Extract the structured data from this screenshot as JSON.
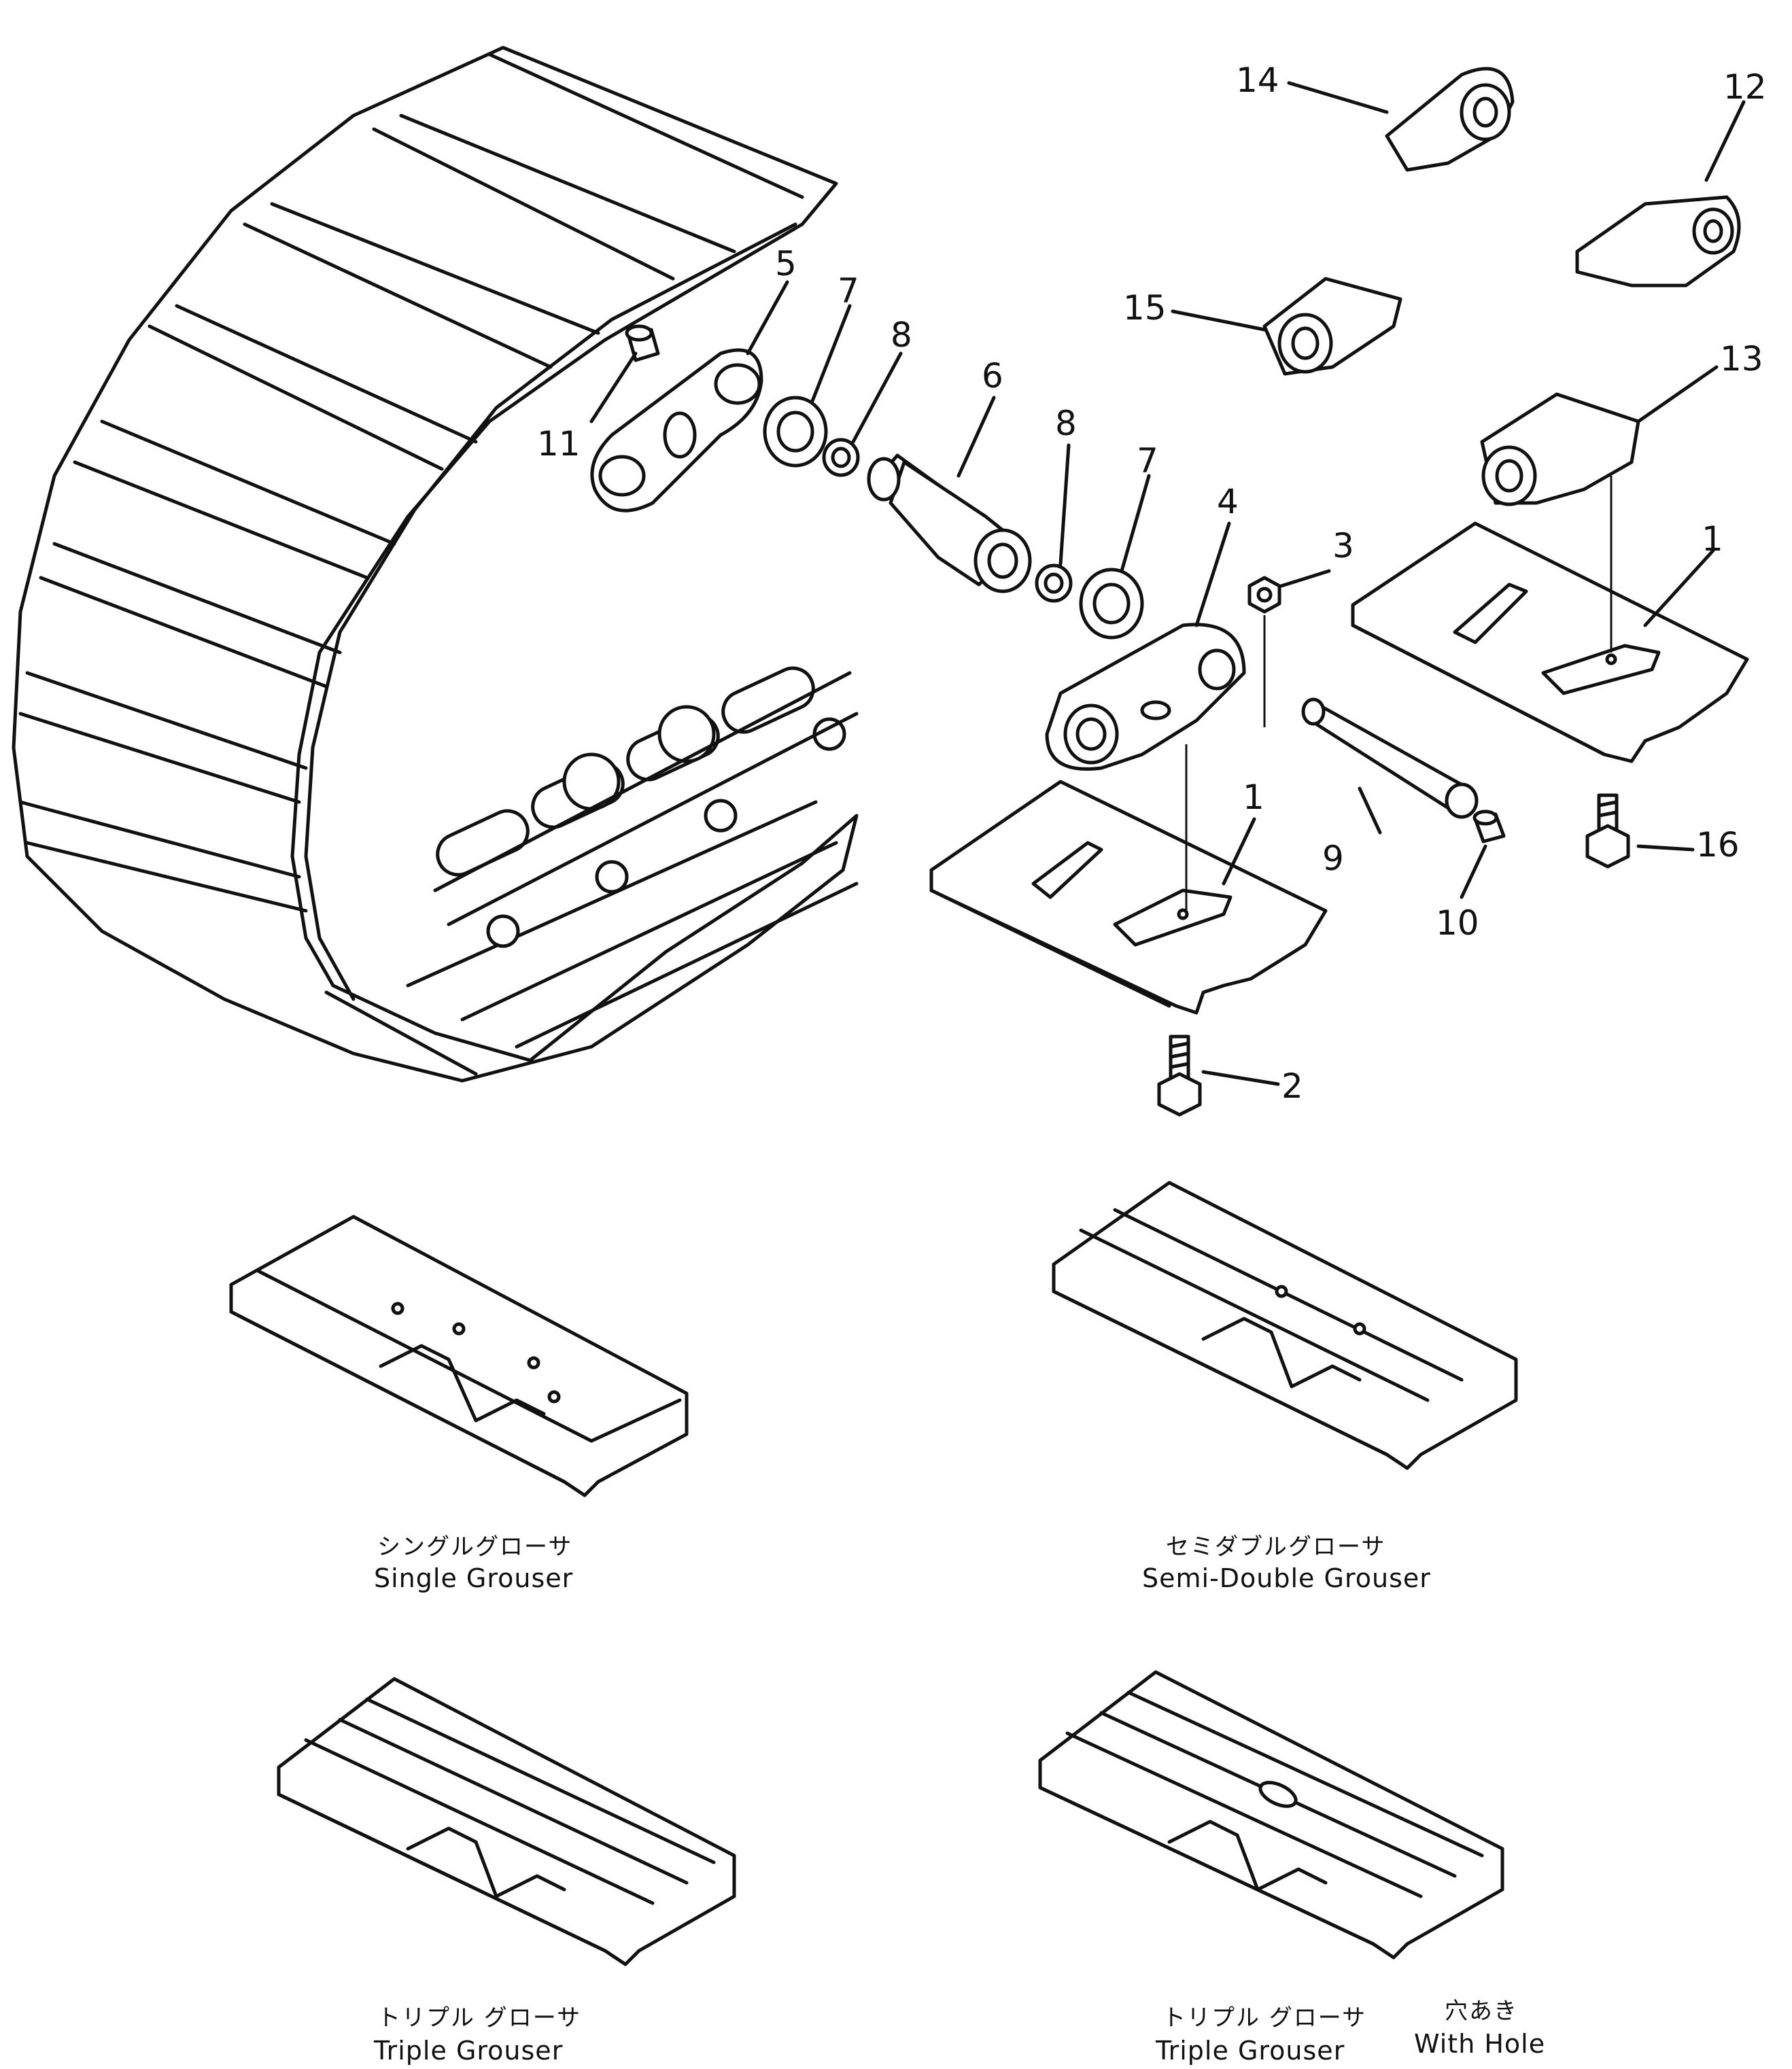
{
  "callouts": [
    {
      "id": "c1a",
      "label": "1"
    },
    {
      "id": "c1b",
      "label": "1"
    },
    {
      "id": "c2",
      "label": "2"
    },
    {
      "id": "c3",
      "label": "3"
    },
    {
      "id": "c4",
      "label": "4"
    },
    {
      "id": "c5",
      "label": "5"
    },
    {
      "id": "c6",
      "label": "6"
    },
    {
      "id": "c7a",
      "label": "7"
    },
    {
      "id": "c7b",
      "label": "7"
    },
    {
      "id": "c8a",
      "label": "8"
    },
    {
      "id": "c8b",
      "label": "8"
    },
    {
      "id": "c9",
      "label": "9"
    },
    {
      "id": "c10",
      "label": "10"
    },
    {
      "id": "c11",
      "label": "11"
    },
    {
      "id": "c12",
      "label": "12"
    },
    {
      "id": "c13",
      "label": "13"
    },
    {
      "id": "c14",
      "label": "14"
    },
    {
      "id": "c15",
      "label": "15"
    },
    {
      "id": "c16",
      "label": "16"
    }
  ],
  "variants": {
    "single": {
      "ja": "シングルグローサ",
      "en": "Single Grouser"
    },
    "semi_double": {
      "ja": "セミダブルグローサ",
      "en": "Semi-Double Grouser"
    },
    "triple": {
      "ja": "トリプル グローサ",
      "en": "Triple Grouser"
    },
    "triple_hole": {
      "ja": "トリプル グローサ",
      "en": "Triple Grouser"
    },
    "with_hole": {
      "ja": "穴あき",
      "en": "With Hole"
    }
  }
}
